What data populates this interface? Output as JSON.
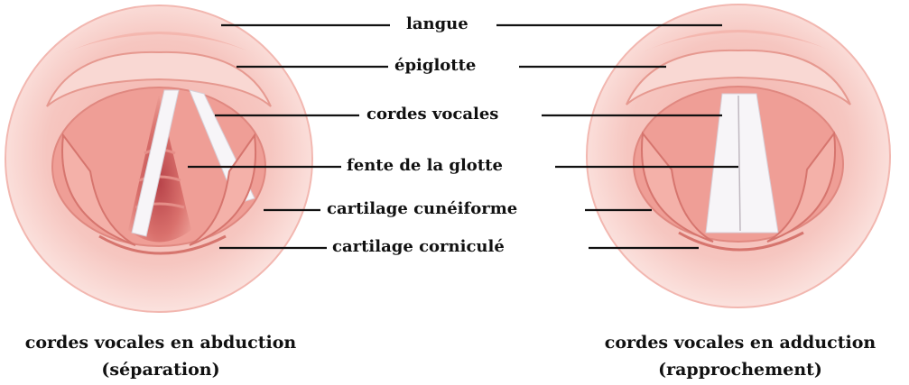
{
  "labels": {
    "langue": "langue",
    "epiglotte": "épiglotte",
    "cordes_vocales": "cordes vocales",
    "fente_glotte": "fente de la glotte",
    "cartilage_cuneiforme": "cartilage cunéiforme",
    "cartilage_cornicule": "cartilage corniculé"
  },
  "captions": {
    "left_line1": "cordes vocales en abduction",
    "left_line2": "(séparation)",
    "right_line1": "cordes vocales en adduction",
    "right_line2": "(rapprochement)"
  },
  "colors": {
    "disc": "#f6c3bd",
    "tissue": "#ee9e96",
    "dark_tissue": "#c8574f",
    "cords": "#f7f5f8",
    "line": "#111111"
  }
}
